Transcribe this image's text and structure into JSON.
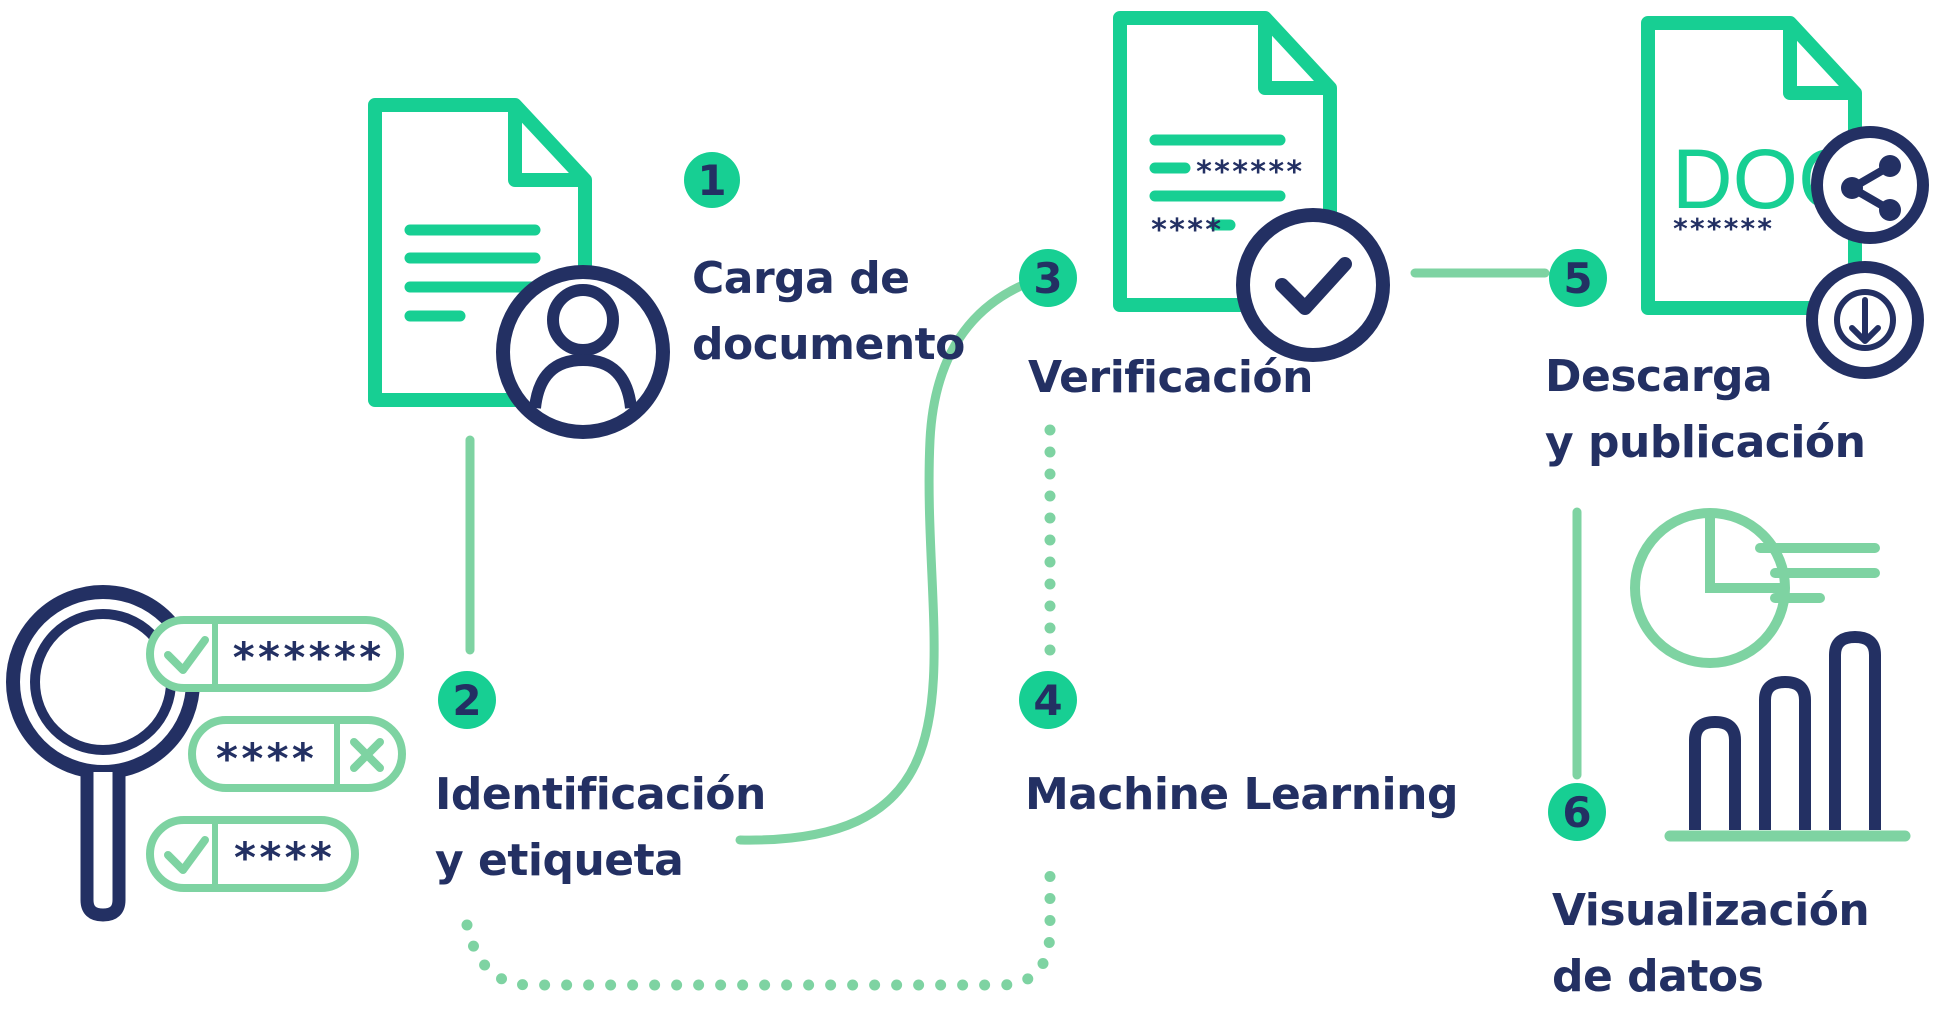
{
  "steps": [
    {
      "number": "1",
      "line1": "Carga de",
      "line2": "documento"
    },
    {
      "number": "2",
      "line1": "Identificación",
      "line2": "y etiqueta"
    },
    {
      "number": "3",
      "line1": "Verificación"
    },
    {
      "number": "4",
      "line1": "Machine Learning"
    },
    {
      "number": "5",
      "line1": "Descarga",
      "line2": "y publicación"
    },
    {
      "number": "6",
      "line1": "Visualización",
      "line2": "de datos"
    }
  ],
  "icons": {
    "label_rows": [
      "******",
      "****",
      "****"
    ],
    "verify_stars": [
      "******",
      "****"
    ],
    "doc_text": "DOC",
    "doc_stars": "******"
  },
  "colors": {
    "green": "#17cf93",
    "light_green": "#7ed3a2",
    "navy": "#233063"
  }
}
